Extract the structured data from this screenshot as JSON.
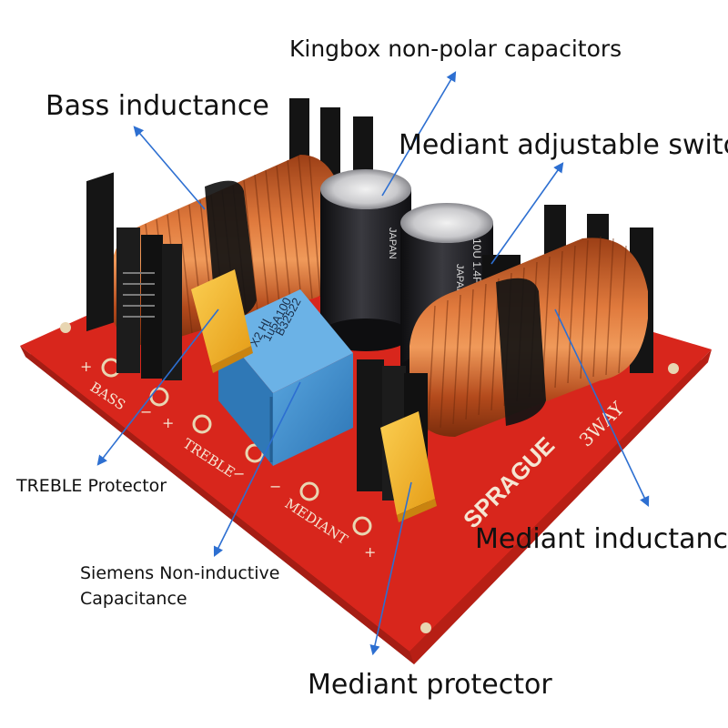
{
  "callouts": {
    "bass_inductance": "Bass inductance",
    "kingbox_caps": "Kingbox non-polar capacitors",
    "mediant_switch": "Mediant adjustable switch",
    "treble_protector": "TREBLE Protector",
    "siemens_cap_line1": "Siemens Non-inductive",
    "siemens_cap_line2": "Capacitance",
    "mediant_inductance": "Mediant inductance",
    "mediant_protector": "Mediant protector"
  },
  "board_print": {
    "bass": "BASS",
    "treble": "TREBLE",
    "mediant": "MEDIANT",
    "brand": "SPRAGUE",
    "model": "3WAY",
    "plus": "+",
    "minus": "−"
  },
  "component_print": {
    "film_cap_line1": "B32522",
    "film_cap_line2": "1u5A100",
    "film_cap_line3": "X2 HI",
    "electrolytic_country": "JAPAN",
    "electrolytic_rating": "10U 1.4F"
  },
  "colors": {
    "board_red": "#d8261c",
    "copper": "#c35a24",
    "capacitor_black": "#1b1b1d",
    "film_cap_blue": "#3a8ac6",
    "fuse_yellow": "#f1b52a",
    "arrow_blue": "#2d6fd1"
  }
}
